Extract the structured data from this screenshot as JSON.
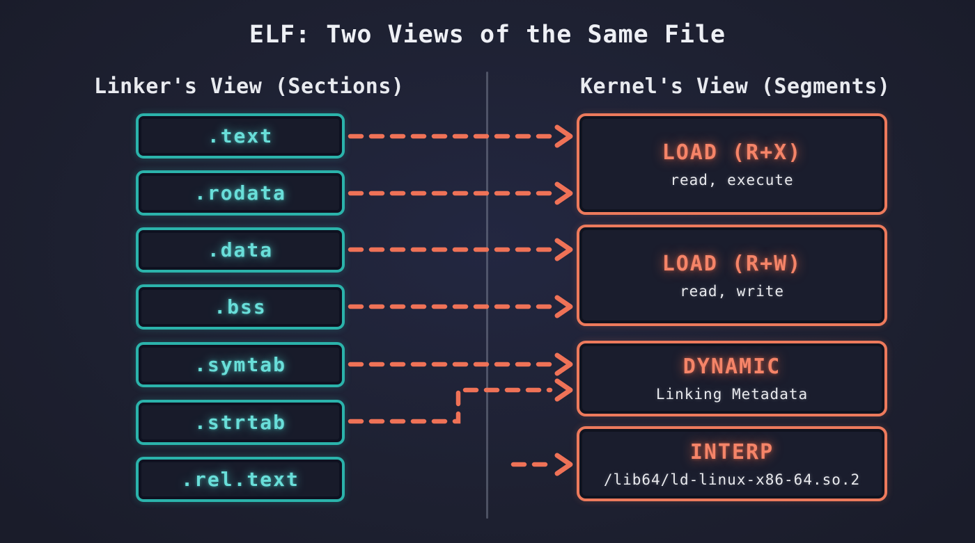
{
  "title": "ELF: Two Views of the Same File",
  "columns": {
    "left": {
      "header": "Linker's View (Sections)"
    },
    "right": {
      "header": "Kernel's View (Segments)"
    }
  },
  "sections": [
    ".text",
    ".rodata",
    ".data",
    ".bss",
    ".symtab",
    ".strtab",
    ".rel.text"
  ],
  "segments": [
    {
      "name": "LOAD (R+X)",
      "detail": "read, execute"
    },
    {
      "name": "LOAD (R+W)",
      "detail": "read, write"
    },
    {
      "name": "DYNAMIC",
      "detail": "Linking Metadata"
    },
    {
      "name": "INTERP",
      "detail": "/lib64/ld-linux-x86-64.so.2"
    }
  ],
  "connections": [
    {
      "from": ".text",
      "to": "LOAD (R+X)"
    },
    {
      "from": ".rodata",
      "to": "LOAD (R+X)"
    },
    {
      "from": ".data",
      "to": "LOAD (R+W)"
    },
    {
      "from": ".bss",
      "to": "LOAD (R+W)"
    },
    {
      "from": ".symtab",
      "to": "DYNAMIC"
    },
    {
      "from": ".strtab",
      "to": "DYNAMIC"
    },
    {
      "from": "",
      "to": "INTERP"
    }
  ],
  "colors": {
    "background": "#1e2132",
    "section_border": "#2bb3ab",
    "section_text": "#69ded9",
    "segment_border": "#ed7a5c",
    "segment_text": "#f58468",
    "arrow": "#ef7257",
    "detail_text": "#e9eaee",
    "heading_text": "#e8eaef",
    "divider": "#8a91a2"
  }
}
